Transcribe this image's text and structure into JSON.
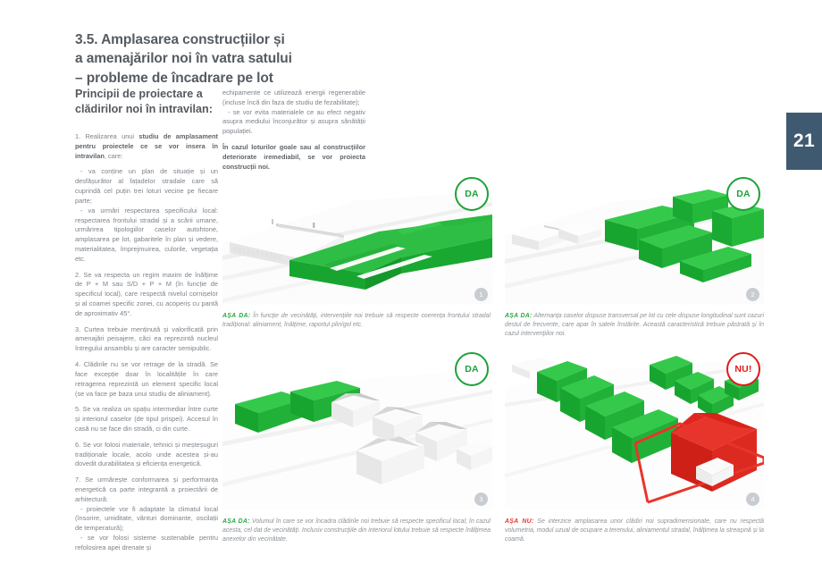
{
  "page_number": "21",
  "chapter_title": [
    "3.5. Amplasarea construcțiilor și",
    "a amenajărilor noi în vatra satului",
    "– probleme de încadrare pe lot"
  ],
  "lead_title": "Principii de proiectare a clădirilor noi în intravilan:",
  "left_column": {
    "p1_a": "1. Realizarea unui ",
    "p1_b": "studiu de amplasament pentru proiectele ce se vor insera în intravilan",
    "p1_c": ", care:",
    "p1_d": "- va conține un plan de situație și un desfășurător al fațadelor stradale care să cuprindă cel puțin trei loturi vecine pe fiecare parte;",
    "p1_e": "- va urmări respectarea specificului local: respectarea frontului stradal și a scării umane, urmărirea tipologiilor caselor autohtone, amplasarea pe lot, gabaritele în plan și vedere, materialitatea, împrejmuirea, culorile, vegetația etc.",
    "p2": "2. Se va respecta un regim maxim de înălțime de P + M sau S/D + P + M (în funcție de specificul local), care respectă nivelul cornișelor și al coamei specific zonei, cu acoperiș cu pantă de aproximativ 45°.",
    "p3": "3. Curtea trebuie menținută și valorificată prin amenajări peisajere, căci ea reprezintă nucleul întregului ansamblu și are caracter semipublic.",
    "p4": "4. Clădirile nu se vor retrage de la stradă. Se face excepție doar în localitățile în care retragerea reprezintă un element specific local (se va face pe baza unui studiu de aliniament).",
    "p5": "5. Se va realiza un spațiu intermediar între curte și interiorul caselor (de tipul prispei). Accesul în casă nu se face din stradă, ci din curte.",
    "p6": "6. Se vor folosi materiale, tehnici și meșteșuguri tradiționale locale, acolo unde acestea și-au dovedit durabilitatea și eficiența energetică.",
    "p7": "7. Se urmărește conformarea și performanța energetică ca parte integrantă a proiectării de arhitectură:",
    "p7_a": "- proiectele vor fi adaptate la climatul local (însorire, umiditate, vânturi dominante, oscilații de temperatură);",
    "p7_b": "- se vor folosi sisteme sustenabile pentru refolosirea apei drenate și"
  },
  "mid_column": {
    "p1": "echipamente ce utilizează energii regenerabile (incluse încă din faza de studiu de fezabilitate);",
    "p2": "- se vor evita materialele ce au efect negativ asupra mediului înconjurător și asupra sănătății populației.",
    "callout": "În cazul loturilor goale sau al construcțiilor deteriorate iremediabil, se vor proiecta construcții noi."
  },
  "figures": [
    {
      "id": "fig-1",
      "number": "1",
      "badge": "DA",
      "badge_type": "yes",
      "caption_tag": "AȘA DA:",
      "caption_text": "În funcție de vecinătăți, intervențiile noi trebuie să respecte coerența frontului stradal tradițional: aliniament, înălțime, raportul plin/gol etc."
    },
    {
      "id": "fig-2",
      "number": "2",
      "badge": "DA",
      "badge_type": "yes",
      "caption_tag": "AȘA DA:",
      "caption_text": "Alternanța caselor dispuse transversal pe lot cu cele dispuse longitudinal sunt cazuri destul de frecvente, care apar în satele înstărite. Această caracteristică trebuie păstrată și în cazul intervențiilor noi."
    },
    {
      "id": "fig-3",
      "number": "3",
      "badge": "DA",
      "badge_type": "yes",
      "caption_tag": "AȘA DA:",
      "caption_text": "Volumul în care se vor încadra clădirile noi trebuie să respecte specificul local; în cazul acesta, cel dat de vecinătăți. Inclusiv construcțiile din interiorul lotului trebuie să respecte înălțimea anexelor din vecinătate."
    },
    {
      "id": "fig-4",
      "number": "4",
      "badge": "NU!",
      "badge_type": "no",
      "caption_tag": "AȘA NU:",
      "caption_text": "Se interzice amplasarea unor clădiri noi supradimensionate, care nu respectă volumetria, modul uzual de ocupare a terenului, aliniamentul stradal, înălțimea la streașină și la coamă."
    }
  ],
  "colors": {
    "green": "#1da237",
    "green_light": "#2fbe45",
    "red": "#e01b1b",
    "page_tab": "#3f5a70",
    "grey_text": "#7d838a"
  }
}
